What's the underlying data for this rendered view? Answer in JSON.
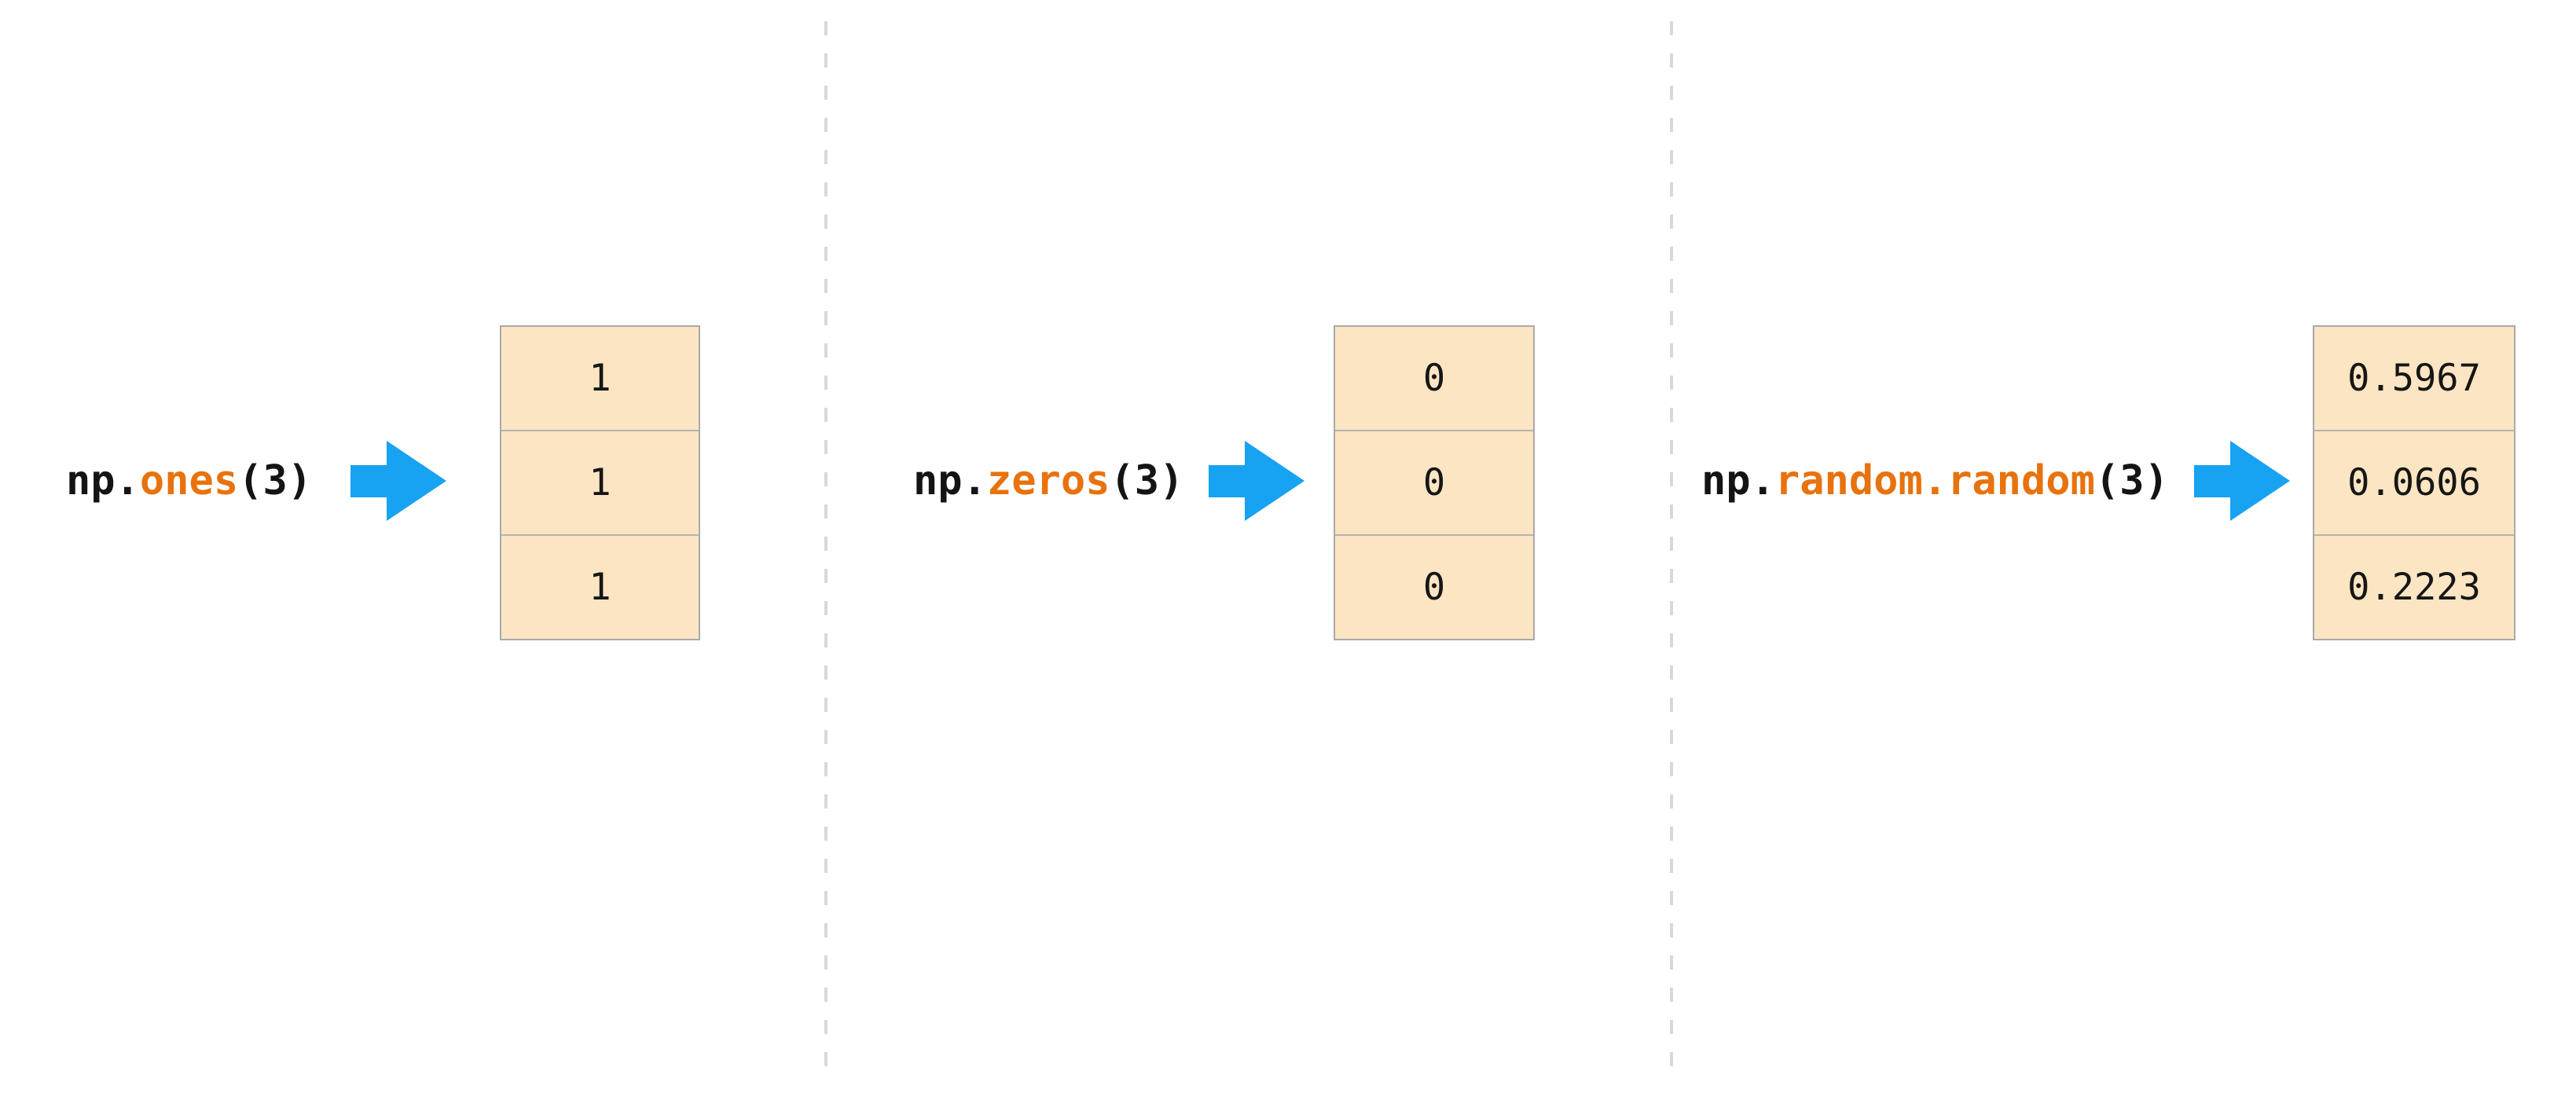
{
  "colors": {
    "code_text": "#141414",
    "code_function_orange": "#e8720d",
    "arrow_blue": "#18a2f2",
    "cell_fill": "#fce5c2",
    "cell_border": "#a9a9a9",
    "divider_gray": "#d8d8d8"
  },
  "panels": [
    {
      "name": "ones",
      "code": {
        "prefix": "np.",
        "function": "ones",
        "suffix": "(3)"
      },
      "cells": [
        "1",
        "1",
        "1"
      ]
    },
    {
      "name": "zeros",
      "code": {
        "prefix": "np.",
        "function": "zeros",
        "suffix": "(3)"
      },
      "cells": [
        "0",
        "0",
        "0"
      ]
    },
    {
      "name": "random",
      "code": {
        "prefix": "np.",
        "function": "random.random",
        "suffix": "(3)"
      },
      "cells": [
        "0.5967",
        "0.0606",
        "0.2223"
      ]
    }
  ]
}
